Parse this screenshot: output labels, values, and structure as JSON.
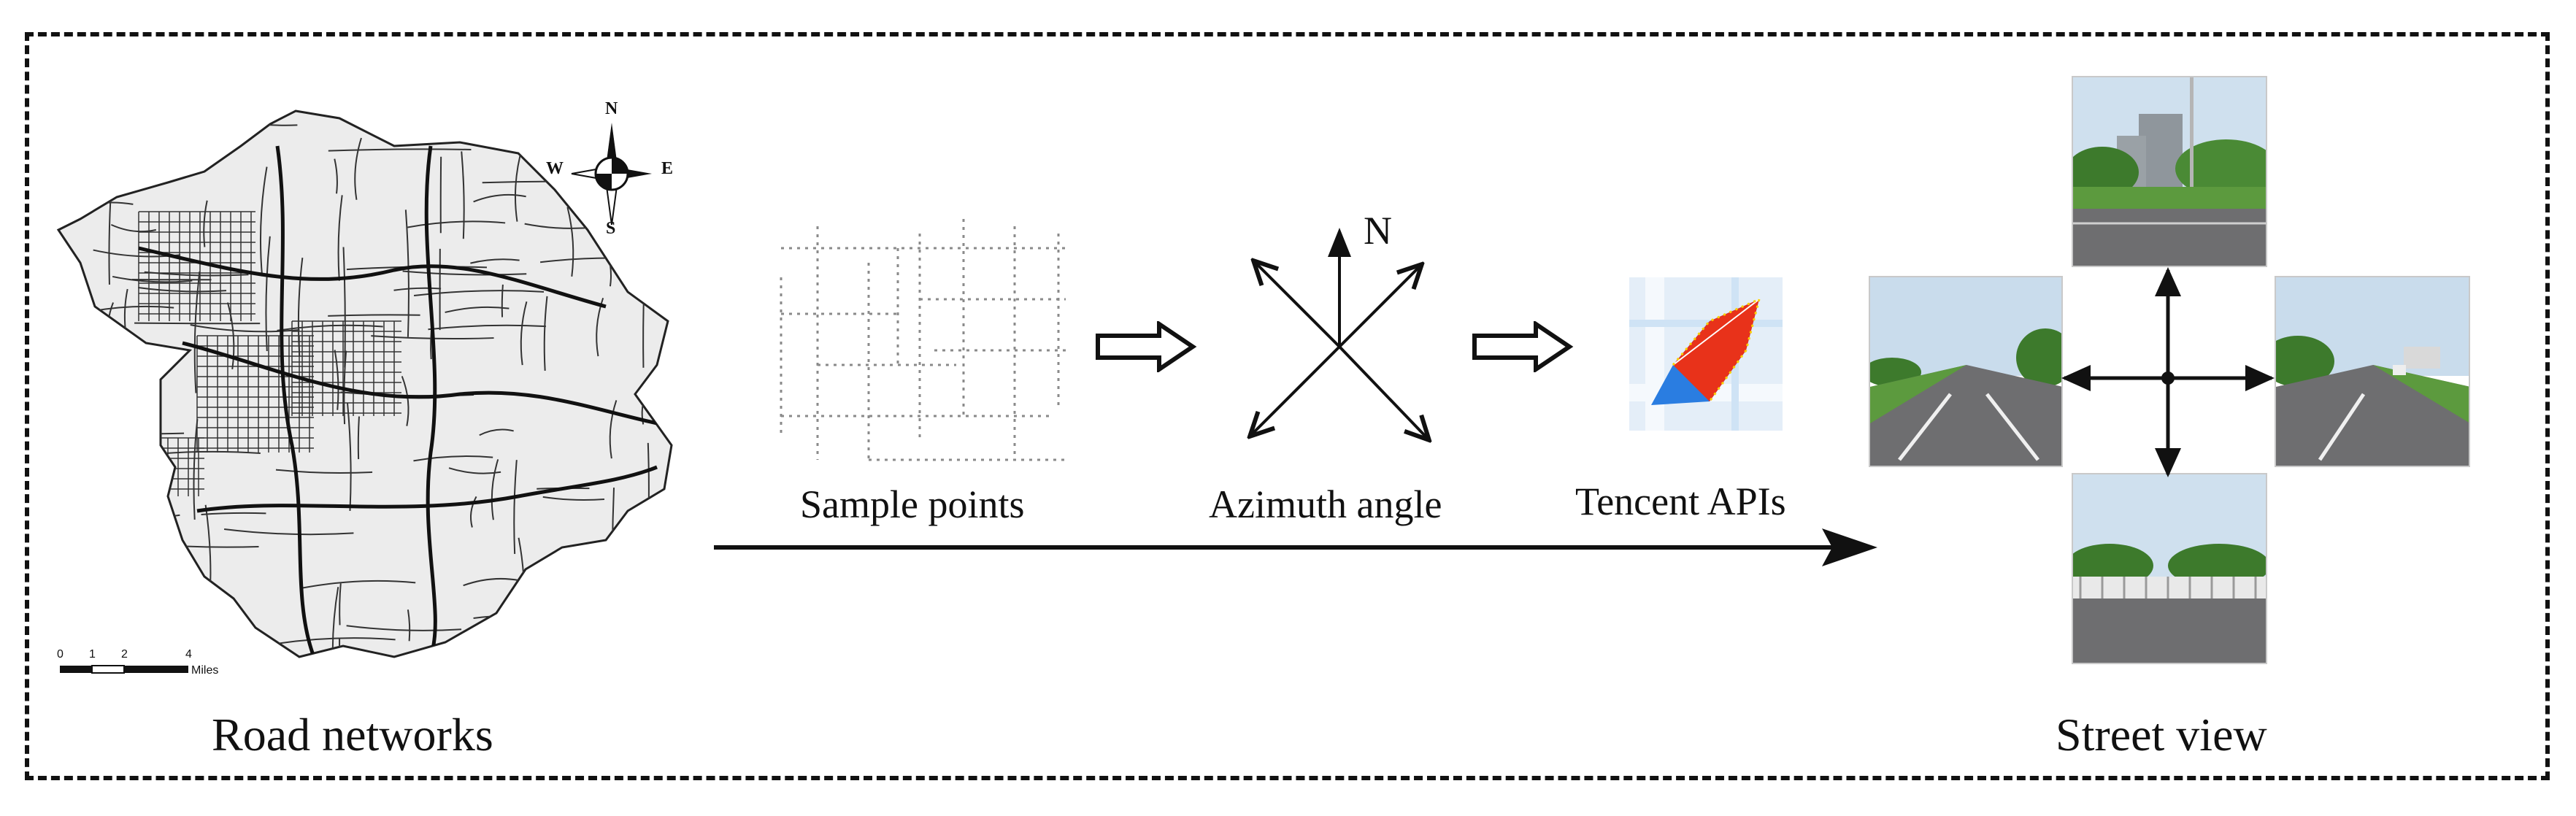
{
  "labels": {
    "road_networks": "Road networks",
    "sample_points": "Sample points",
    "azimuth_angle": "Azimuth angle",
    "tencent_apis": "Tencent APIs",
    "street_view": "Street view",
    "north_marker": "N"
  },
  "map_compass": {
    "n": "N",
    "s": "S",
    "e": "E",
    "w": "W"
  },
  "scale_bar": {
    "ticks": [
      "0",
      "1",
      "2",
      "4"
    ],
    "unit": "Miles"
  },
  "colors": {
    "map_fill": "#ececec",
    "road": "#333333",
    "api_red": "#e8321a",
    "api_blue": "#2a7de1",
    "api_tile": "#cfe3f5",
    "sky": "#cfe0ee",
    "tree": "#3d7a2c",
    "asphalt": "#6e6e70"
  }
}
